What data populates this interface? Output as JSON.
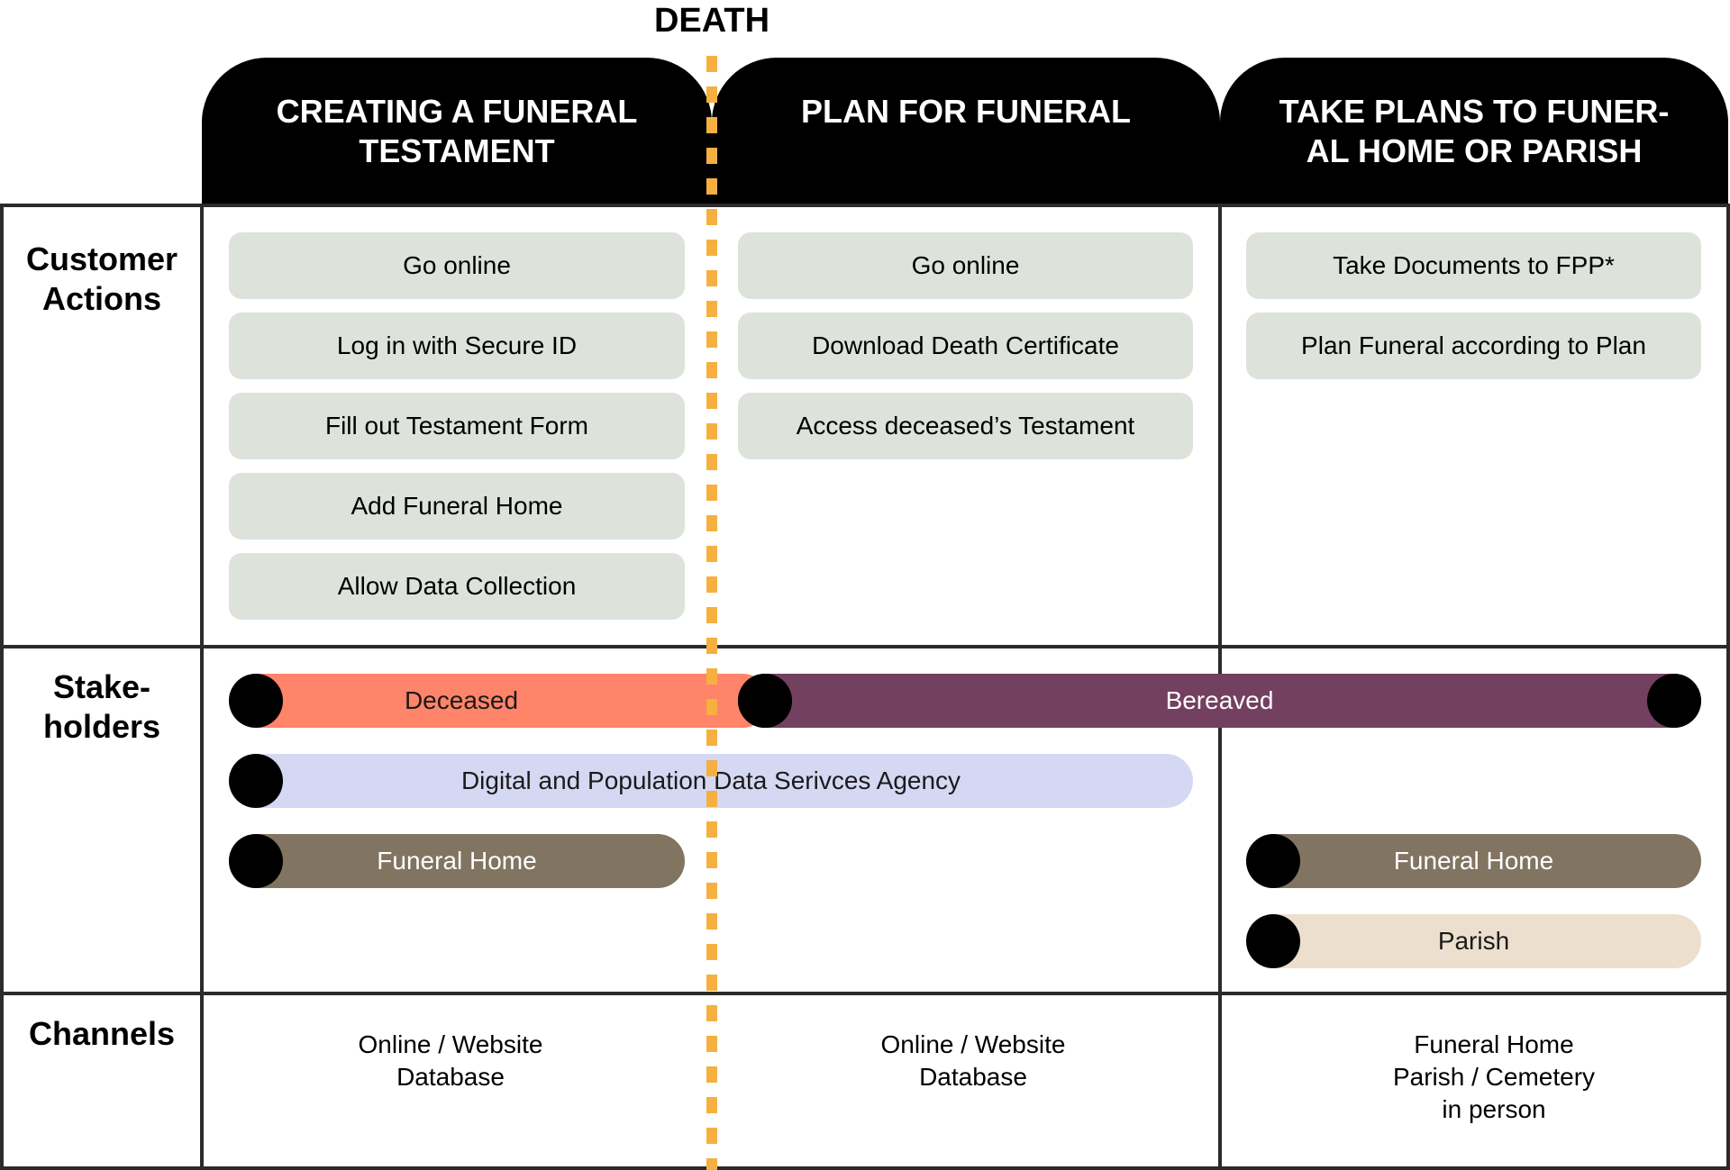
{
  "death_marker": {
    "label": "DEATH",
    "line_color": "#f5b040"
  },
  "phases": [
    {
      "title": "CREATING A FUNERAL TESTAMENT"
    },
    {
      "title": "PLAN FOR FUNERAL"
    },
    {
      "title": "TAKE PLANS TO FUNER-AL HOME OR PARISH"
    }
  ],
  "row_labels": {
    "customer_actions": "Customer\nActions",
    "stakeholders": "Stake-\nholders",
    "channels": "Channels"
  },
  "customer_actions": [
    [
      "Go online",
      "Log in with Secure ID",
      "Fill out Testament Form",
      "Add Funeral Home",
      "Allow Data Collection"
    ],
    [
      "Go online",
      "Download Death Certificate",
      "Access deceased’s Testament"
    ],
    [
      "Take Documents to FPP*",
      "Plan Funeral according to Plan"
    ]
  ],
  "stakeholders": {
    "deceased": {
      "label": "Deceased",
      "color": "#ff8469"
    },
    "bereaved": {
      "label": "Bereaved",
      "color": "#73405f"
    },
    "agency": {
      "label": "Digital and Population Data Serivces Agency",
      "color": "#d5d8f3"
    },
    "funeral_home_1": {
      "label": "Funeral Home",
      "color": "#817461"
    },
    "funeral_home_2": {
      "label": "Funeral Home",
      "color": "#817461"
    },
    "parish": {
      "label": "Parish",
      "color": "#ecdfcd"
    }
  },
  "channels": [
    "Online / Website\nDatabase",
    "Online / Website\nDatabase",
    "Funeral Home\nParish / Cemetery\nin person"
  ],
  "colors": {
    "action_box": "#dde2db",
    "header_bg": "#000000",
    "grid_line": "#2b2b2b"
  }
}
